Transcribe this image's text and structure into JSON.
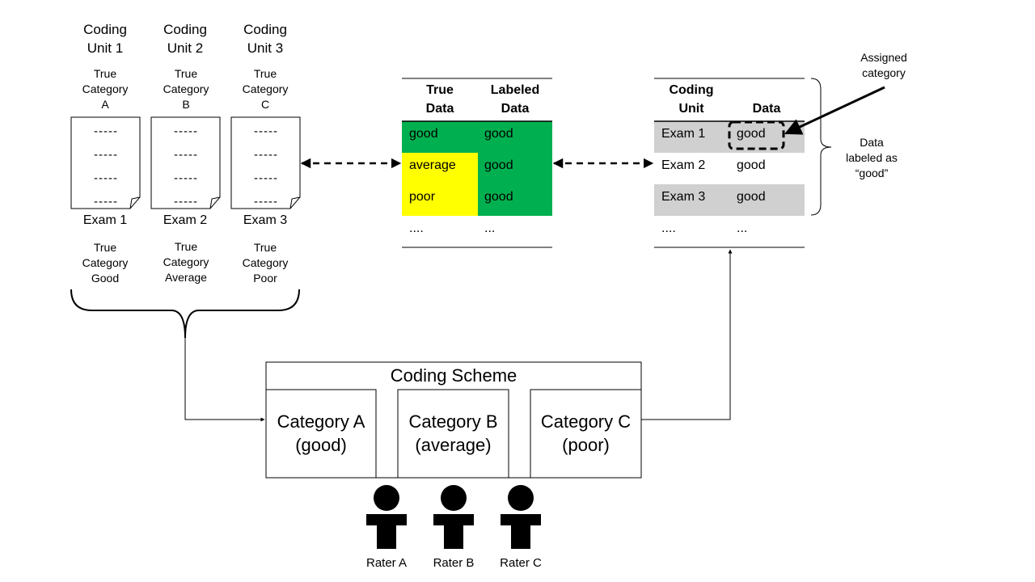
{
  "coding_units": [
    {
      "title": "Coding\nUnit 1",
      "true_category": "True\nCategory\nA",
      "exam": "Exam 1",
      "true_category_label": "True\nCategory\nGood"
    },
    {
      "title": "Coding\nUnit 2",
      "true_category": "True\nCategory\nB",
      "exam": "Exam 2",
      "true_category_label": "True\nCategory\nAverage"
    },
    {
      "title": "Coding\nUnit 3",
      "true_category": "True\nCategory\nC",
      "exam": "Exam 3",
      "true_category_label": "True\nCategory\nPoor"
    }
  ],
  "doc_line": "-----",
  "true_vs_labeled": {
    "headers": [
      "True\nData",
      "Labeled\nData"
    ],
    "rows": [
      {
        "true": "good",
        "labeled": "good"
      },
      {
        "true": "average",
        "labeled": "good"
      },
      {
        "true": "poor",
        "labeled": "good"
      },
      {
        "true": "....",
        "labeled": "..."
      }
    ]
  },
  "unit_data_table": {
    "headers": [
      "Coding\nUnit",
      "Data"
    ],
    "rows": [
      {
        "unit": "Exam 1",
        "data": "good"
      },
      {
        "unit": "Exam 2",
        "data": "good"
      },
      {
        "unit": "Exam 3",
        "data": "good"
      },
      {
        "unit": "....",
        "data": "..."
      }
    ]
  },
  "annotations": {
    "assigned_category": "Assigned\ncategory",
    "data_labeled_as": "Data\nlabeled as\n“good”"
  },
  "coding_scheme": {
    "title": "Coding Scheme",
    "categories": [
      "Category A\n(good)",
      "Category B\n(average)",
      "Category C\n(poor)"
    ]
  },
  "raters": [
    "Rater A",
    "Rater B",
    "Rater C"
  ],
  "colors": {
    "green": "#00B050",
    "yellow": "#FFFF00",
    "gray": "#D0D0D0"
  }
}
